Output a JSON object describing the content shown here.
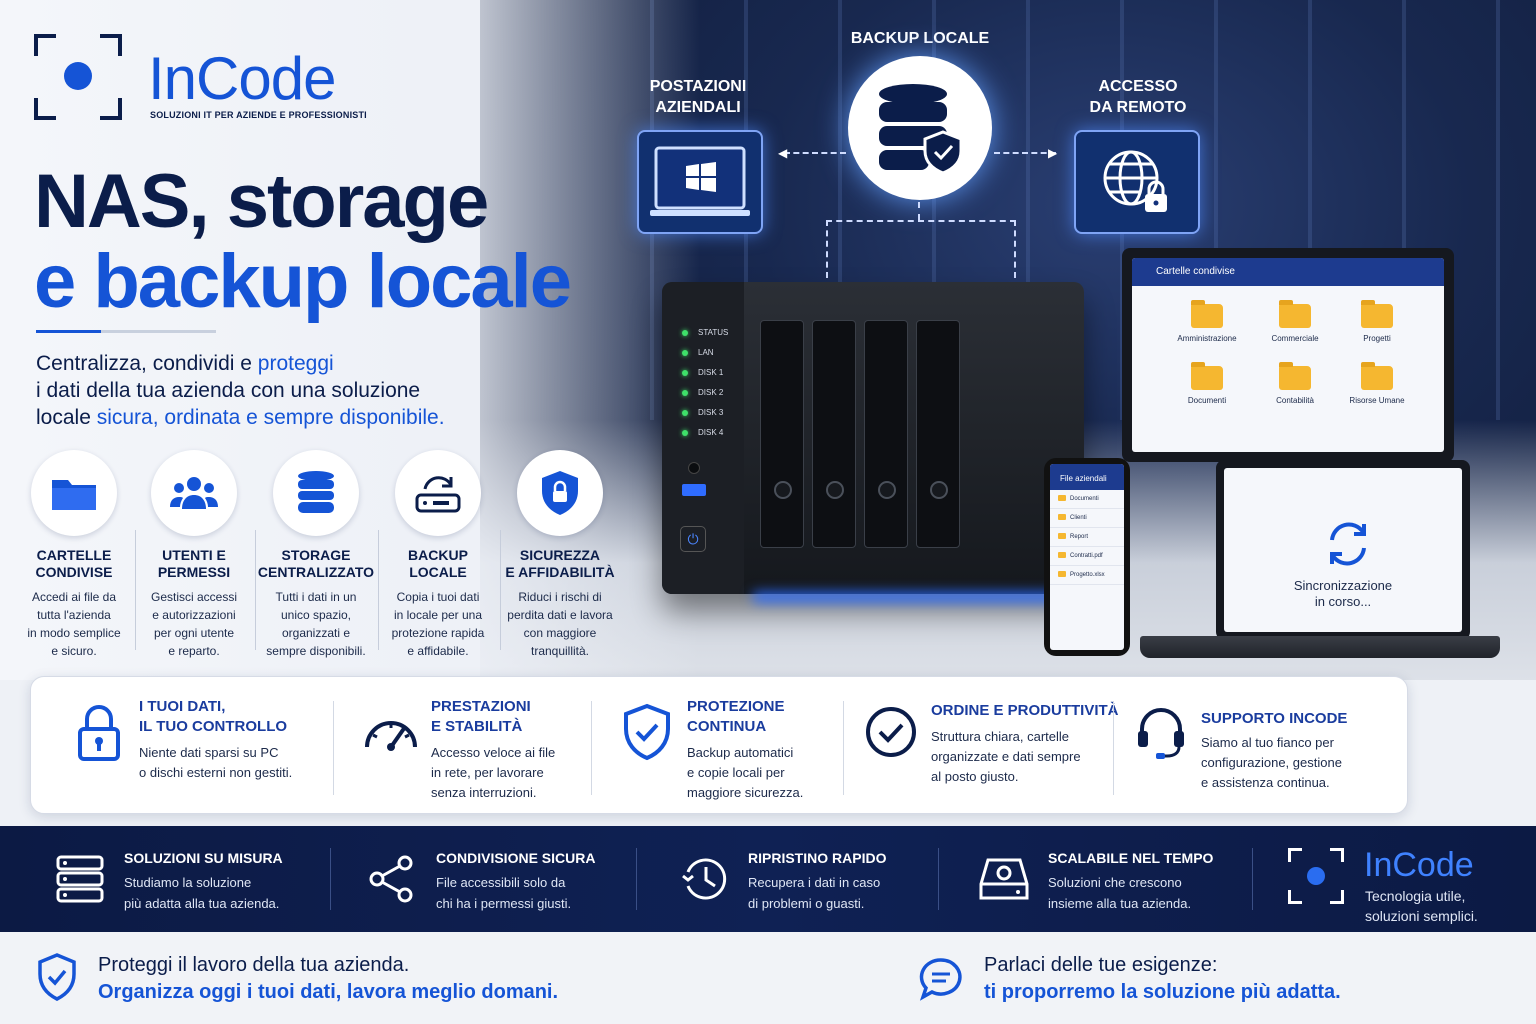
{
  "brand": {
    "name": "InCode",
    "tagline": "SOLUZIONI IT PER AZIENDE E PROFESSIONISTI",
    "strip_tagline_1": "Tecnologia utile,",
    "strip_tagline_2": "soluzioni semplici.",
    "accent_color": "#1554d6",
    "navy_color": "#0b1d4a"
  },
  "hero": {
    "title_line1": "NAS, storage",
    "title_line2": "e backup locale",
    "lead_1a": "Centralizza, condividi e ",
    "lead_1b": "proteggi",
    "lead_2": "i dati della tua azienda con una soluzione",
    "lead_3a": "locale ",
    "lead_3b": "sicura, ordinata e sempre disponibile."
  },
  "features": [
    {
      "icon": "folder-icon",
      "title_1": "CARTELLE",
      "title_2": "CONDIVISE",
      "desc_1": "Accedi ai file da",
      "desc_2": "tutta l'azienda",
      "desc_3": "in modo semplice",
      "desc_4": "e sicuro."
    },
    {
      "icon": "users-icon",
      "title_1": "UTENTI E",
      "title_2": "PERMESSI",
      "desc_1": "Gestisci accessi",
      "desc_2": "e autorizzazioni",
      "desc_3": "per ogni utente",
      "desc_4": "e reparto."
    },
    {
      "icon": "database-icon",
      "title_1": "STORAGE",
      "title_2": "CENTRALIZZATO",
      "desc_1": "Tutti i dati in un",
      "desc_2": "unico spazio,",
      "desc_3": "organizzati e",
      "desc_4": "sempre disponibili."
    },
    {
      "icon": "backup-drive-icon",
      "title_1": "BACKUP",
      "title_2": "LOCALE",
      "desc_1": "Copia i tuoi dati",
      "desc_2": "in locale per una",
      "desc_3": "protezione rapida",
      "desc_4": "e affidabile."
    },
    {
      "icon": "shield-lock-icon",
      "title_1": "SICUREZZA",
      "title_2": "E AFFIDABILITÀ",
      "desc_1": "Riduci i rischi di",
      "desc_2": "perdita dati e lavora",
      "desc_3": "con maggiore",
      "desc_4": "tranquillità."
    }
  ],
  "hub": {
    "left_label_1": "POSTAZIONI",
    "left_label_2": "AZIENDALI",
    "center_label": "BACKUP LOCALE",
    "right_label_1": "ACCESSO",
    "right_label_2": "DA REMOTO"
  },
  "nas": {
    "leds": [
      "STATUS",
      "LAN",
      "DISK 1",
      "DISK 2",
      "DISK 3",
      "DISK 4"
    ]
  },
  "monitor": {
    "title": "Cartelle condivise",
    "folders": [
      "Amministrazione",
      "Commerciale",
      "Progetti",
      "Documenti",
      "Contabilità",
      "Risorse Umane"
    ]
  },
  "phone": {
    "title": "File aziendali",
    "items": [
      "Documenti",
      "Clienti",
      "Report",
      "Contratti.pdf",
      "Progetto.xlsx"
    ]
  },
  "laptop": {
    "status_1": "Sincronizzazione",
    "status_2": "in corso..."
  },
  "benefits": [
    {
      "icon": "padlock-icon",
      "title_1": "I TUOI DATI,",
      "title_2": "IL TUO CONTROLLO",
      "desc": [
        "Niente dati sparsi su PC",
        "o dischi esterni non gestiti."
      ]
    },
    {
      "icon": "speedometer-icon",
      "title_1": "PRESTAZIONI",
      "title_2": "E STABILITÀ",
      "desc": [
        "Accesso veloce ai file",
        "in rete, per lavorare",
        "senza interruzioni."
      ]
    },
    {
      "icon": "shield-check-icon",
      "title_1": "PROTEZIONE",
      "title_2": "CONTINUA",
      "desc": [
        "Backup automatici",
        "e copie locali per",
        "maggiore sicurezza."
      ]
    },
    {
      "icon": "check-circle-icon",
      "title_1": "ORDINE E PRODUTTIVITÀ",
      "title_2": "",
      "desc": [
        "Struttura chiara, cartelle",
        "organizzate e dati sempre",
        "al posto giusto."
      ]
    },
    {
      "icon": "headset-icon",
      "title_1": "SUPPORTO INCODE",
      "title_2": "",
      "desc": [
        "Siamo al tuo fianco per",
        "configurazione, gestione",
        "e assistenza continua."
      ]
    }
  ],
  "strip": [
    {
      "icon": "server-icon",
      "title": "SOLUZIONI SU MISURA",
      "desc_1": "Studiamo la soluzione",
      "desc_2": "più adatta alla tua azienda."
    },
    {
      "icon": "share-icon",
      "title": "CONDIVISIONE SICURA",
      "desc_1": "File accessibili solo da",
      "desc_2": "chi ha i permessi giusti."
    },
    {
      "icon": "restore-clock-icon",
      "title": "RIPRISTINO RAPIDO",
      "desc_1": "Recupera i dati in caso",
      "desc_2": "di problemi o guasti."
    },
    {
      "icon": "hard-drive-icon",
      "title": "SCALABILE NEL TEMPO",
      "desc_1": "Soluzioni che crescono",
      "desc_2": "insieme alla tua azienda."
    }
  ],
  "footer": {
    "left_line1": "Proteggi il lavoro della tua azienda.",
    "left_line2": "Organizza oggi i tuoi dati, lavora meglio domani.",
    "right_line1": "Parlaci delle tue esigenze:",
    "right_line2": "ti proporremo la soluzione più adatta."
  }
}
